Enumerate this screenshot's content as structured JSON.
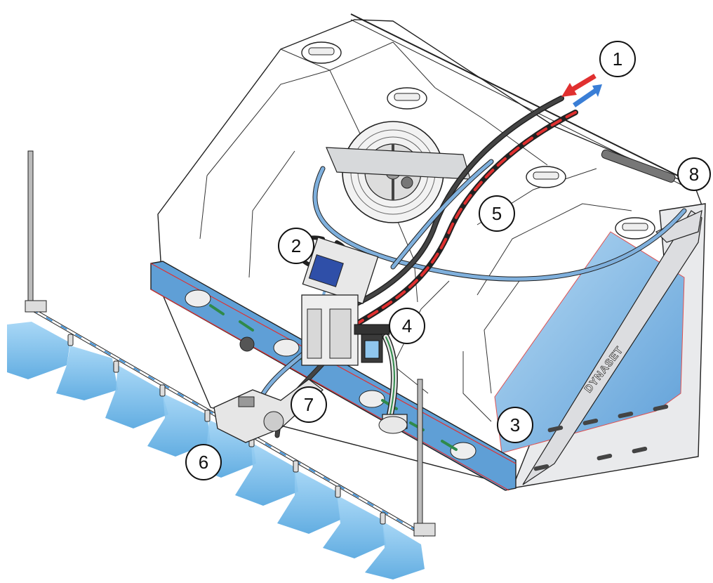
{
  "callouts": [
    {
      "id": "1",
      "label": "1"
    },
    {
      "id": "2",
      "label": "2"
    },
    {
      "id": "3",
      "label": "3"
    },
    {
      "id": "4",
      "label": "4"
    },
    {
      "id": "5",
      "label": "5"
    },
    {
      "id": "6",
      "label": "6"
    },
    {
      "id": "7",
      "label": "7"
    },
    {
      "id": "8",
      "label": "8"
    }
  ],
  "brand_text": "DYNASET",
  "colors": {
    "water_blue": "#6fb3e6",
    "spray_blue": "#9fd3f5",
    "base_rail_blue": "#5f9fd6",
    "hose_blue": "#7fb0dd",
    "hot_line_red": "#e03030",
    "flow_green": "#2f8a4a",
    "outline": "#222222"
  },
  "icons": [
    "inflow-arrow-red-icon",
    "outflow-arrow-blue-icon",
    "flow-direction-arrow-icon"
  ]
}
